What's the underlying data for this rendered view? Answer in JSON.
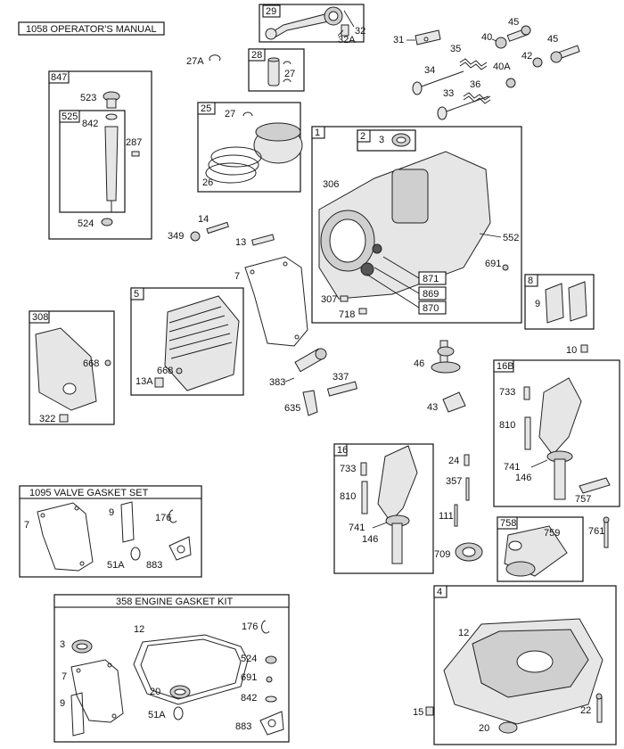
{
  "manual": "1058 OPERATOR'S MANUAL",
  "valve_gasket_set": "1095 VALVE GASKET SET",
  "engine_gasket_kit": "358 ENGINE GASKET KIT",
  "groups": {
    "g29": "29",
    "g28": "28",
    "g847": "847",
    "g525": "525",
    "g25": "25",
    "g1": "1",
    "g2": "2",
    "g5": "5",
    "g308": "308",
    "g8": "8",
    "g16B": "16B",
    "g16": "16",
    "g758": "758",
    "g4": "4"
  },
  "callouts": {
    "c32": "32",
    "c32A": "32A",
    "c27A": "27A",
    "c27_28": "27",
    "c31": "31",
    "c45a": "45",
    "c40": "40",
    "c35": "35",
    "c45b": "45",
    "c42": "42",
    "c34": "34",
    "c40A": "40A",
    "c36": "36",
    "c33": "33",
    "c523": "523",
    "c842_847": "842",
    "c287": "287",
    "c524_847": "524",
    "c27_25": "27",
    "c26": "26",
    "c3_2": "3",
    "c306": "306",
    "c552": "552",
    "c691": "691",
    "c871": "871",
    "c869": "869",
    "c870": "870",
    "c307": "307",
    "c718": "718",
    "c14": "14",
    "c349": "349",
    "c13": "13",
    "c7_main": "7",
    "c9_8": "9",
    "c668_308": "668",
    "c322": "322",
    "c668_5": "668",
    "c13A": "13A",
    "c383": "383",
    "c337": "337",
    "c635": "635",
    "c46": "46",
    "c43": "43",
    "c10": "10",
    "c733_16B": "733",
    "c810_16B": "810",
    "c741_16B": "741",
    "c146_16B": "146",
    "c757": "757",
    "c733_16": "733",
    "c810_16": "810",
    "c741_16": "741",
    "c146_16": "146",
    "c24": "24",
    "c357": "357",
    "c111": "111",
    "c709": "709",
    "c759": "759",
    "c761": "761",
    "c7_vg": "7",
    "c9_vg": "9",
    "c176_vg": "176",
    "c51A_vg": "51A",
    "c883_vg": "883",
    "c3_eg": "3",
    "c12_eg": "12",
    "c176_eg": "176",
    "c7_eg": "7",
    "c524_eg": "524",
    "c691_eg": "691",
    "c20_eg": "20",
    "c842_eg": "842",
    "c9_eg": "9",
    "c51A_eg": "51A",
    "c883_eg": "883",
    "c12_4": "12",
    "c15": "15",
    "c20_4": "20",
    "c22": "22"
  }
}
